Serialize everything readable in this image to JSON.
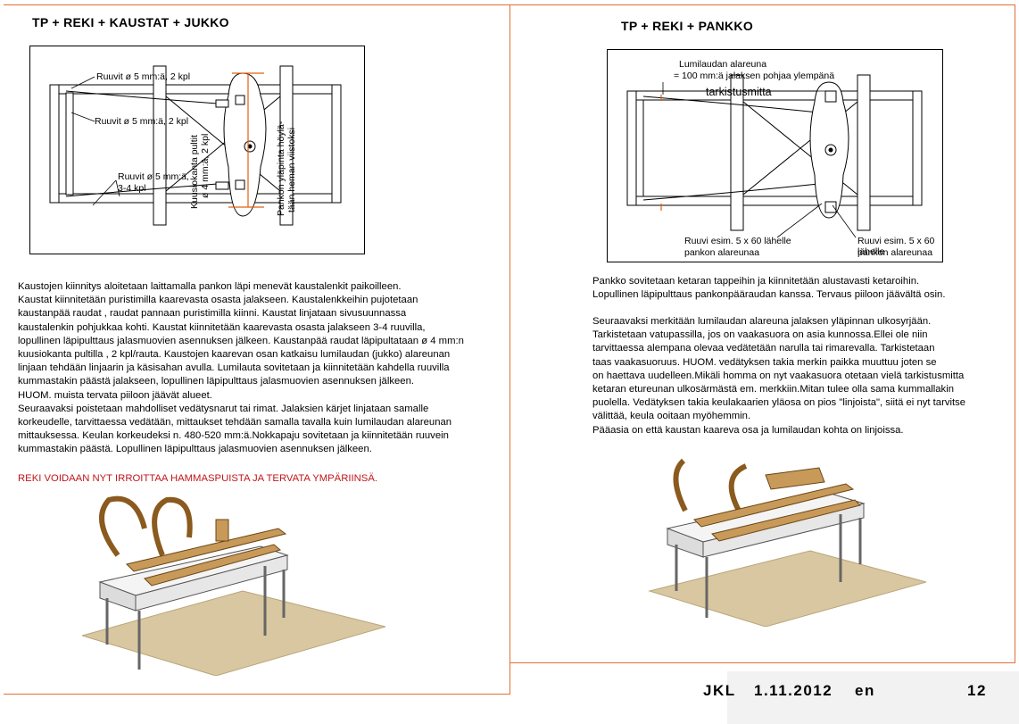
{
  "left": {
    "title": "TP + REKI + KAUSTAT + JUKKO",
    "callouts": {
      "c1": "Ruuvit ø 5 mm:ä, 2 kpl",
      "c2": "Ruuvit ø 5 mm:ä, 2 kpl",
      "c3a": "Ruuvit ø 5 mm:ä,",
      "c3b": "3-4 kpl",
      "c4a": "Kuusiokanta pultit",
      "c4b": "ø 4 mm:ä, 2 kpl",
      "c5a": "Pankon yläpinta höylä-",
      "c5b": "tään heman viistoksi"
    },
    "body": "Kaustojen kiinnitys aloitetaan laittamalla pankon läpi menevät kaustalenkit paikoilleen.\nKaustat kiinnitetään puristimilla kaarevasta osasta jalakseen. Kaustalenkkeihin pujotetaan\nkaustanpää raudat , raudat pannaan puristimilla kiinni. Kaustat linjataan sivusuunnassa\nkaustalenkin pohjukkaa kohti. Kaustat kiinnitetään kaarevasta osasta jalakseen 3-4 ruuvilla,\nlopullinen läpipulttaus jalasmuovien asennuksen jälkeen. Kaustanpää raudat läpipultataan ø 4 mm:n\nkuusiokanta pultilla , 2 kpl/rauta. Kaustojen kaarevan osan katkaisu lumilaudan (jukko) alareunan\nlinjaan tehdään linjaarin ja käsisahan avulla. Lumilauta sovitetaan ja kiinnitetään kahdella ruuvilla\nkummastakin päästä jalakseen, lopullinen läpipulttaus jalasmuovien asennuksen jälkeen.\nHUOM. muista tervata piiloon jäävät alueet.\nSeuraavaksi poistetaan mahdolliset vedätysnarut tai rimat. Jalaksien kärjet linjataan samalle\nkorkeudelle, tarvittaessa vedätään, mittaukset tehdään samalla tavalla kuin lumilaudan alareunan\nmittauksessa. Keulan korkeudeksi n. 480-520 mm:ä.Nokkapaju sovitetaan ja kiinnitetään ruuvein\nkummastakin päästä. Lopullinen läpipulttaus jalasmuovien asennuksen jälkeen.",
    "note": "REKI VOIDAAN NYT IRROITTAA HAMMASPUISTA JA TERVATA YMPÄRIINSÄ."
  },
  "right": {
    "title": "TP + REKI + PANKKO",
    "callouts": {
      "c1a": "Lumilaudan alareuna",
      "c1b": "= 100 mm:ä jalaksen pohjaa ylempänä",
      "c2": "tarkistusmitta",
      "c3a": "Ruuvi esim. 5 x 60 lähelle",
      "c3b": "pankon alareunaa",
      "c4a": "Ruuvi esim. 5 x 60 lähelle",
      "c4b": "pankon alareunaa"
    },
    "body1": "Pankko sovitetaan ketaran tappeihin  ja kiinnitetään alustavasti ketaroihin.\nLopullinen läpipulttaus pankonpääraudan kanssa. Tervaus piiloon jäävältä osin.",
    "body2": "Seuraavaksi merkitään lumilaudan alareuna jalaksen yläpinnan ulkosyrjään.\nTarkistetaan vatupassilla, jos on vaakasuora on asia kunnossa.Ellei ole niin\ntarvittaessa alempana olevaa vedätetään narulla tai rimarevalla. Tarkistetaan\ntaas vaakasuoruus. HUOM. vedätyksen takia merkin paikka muuttuu joten se\non haettava uudelleen.Mikäli homma on nyt vaakasuora otetaan vielä tarkistusmitta\nketaran etureunan ulkosärmästä em. merkkiin.Mitan tulee olla sama kummallakin\npuolella. Vedätyksen takia keulakaarien yläosa on pios \"linjoista\", siitä ei nyt tarvitse\nvälittää, keula ooitaan myöhemmin.\nPääasia on että kaustan kaareva osa ja lumilaudan kohta on linjoissa."
  },
  "footer": {
    "author": "JKL",
    "date": "1.11.2012",
    "lang": "en",
    "page": "12"
  },
  "colors": {
    "border": "#e07030",
    "note": "#c0161b",
    "dim": "#e06010"
  }
}
